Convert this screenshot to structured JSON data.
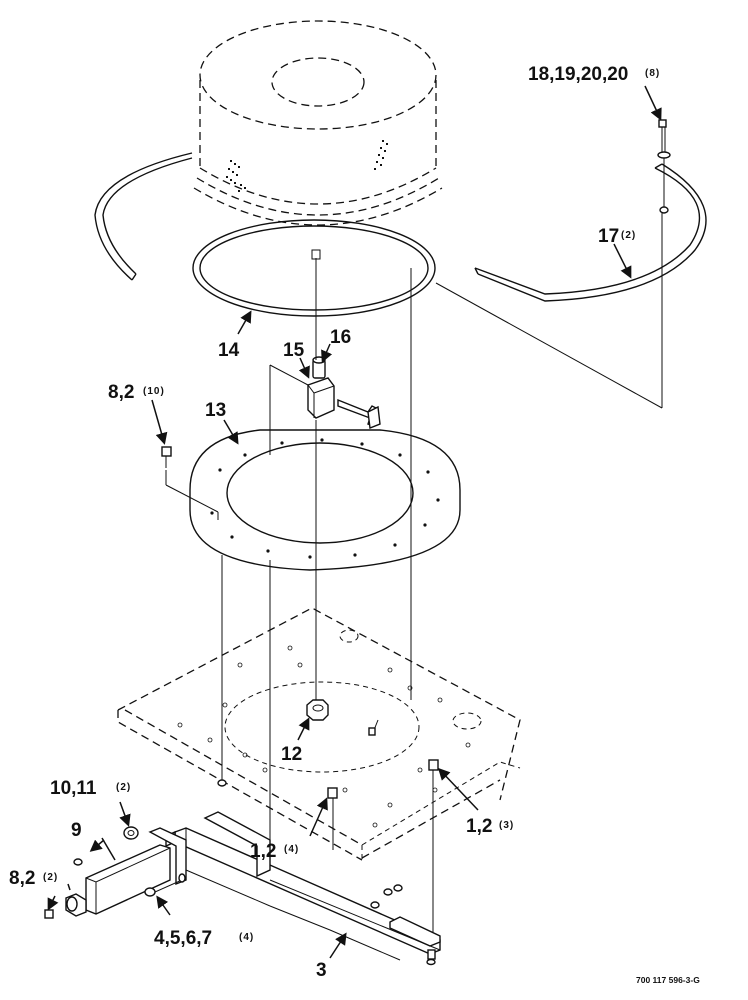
{
  "labels": {
    "l18": {
      "text": "18,19,20,20",
      "qty": "(8)"
    },
    "l17": {
      "text": "17",
      "qty": "(2)"
    },
    "l14": {
      "text": "14",
      "qty": ""
    },
    "l15": {
      "text": "15",
      "qty": ""
    },
    "l16": {
      "text": "16",
      "qty": ""
    },
    "l8a": {
      "text": "8,2",
      "qty": "(10)"
    },
    "l13": {
      "text": "13",
      "qty": ""
    },
    "l12": {
      "text": "12",
      "qty": ""
    },
    "l10": {
      "text": "10,11",
      "qty": "(2)"
    },
    "l9": {
      "text": "9",
      "qty": ""
    },
    "l8b": {
      "text": "8,2",
      "qty": "(2)"
    },
    "l12c": {
      "text": "1,2",
      "qty": "(4)"
    },
    "l12b": {
      "text": "1,2",
      "qty": "(3)"
    },
    "l4": {
      "text": "4,5,6,7",
      "qty": "(4)"
    },
    "l3": {
      "text": "3",
      "qty": ""
    }
  },
  "drawing_code": "700 117 596-3-G"
}
